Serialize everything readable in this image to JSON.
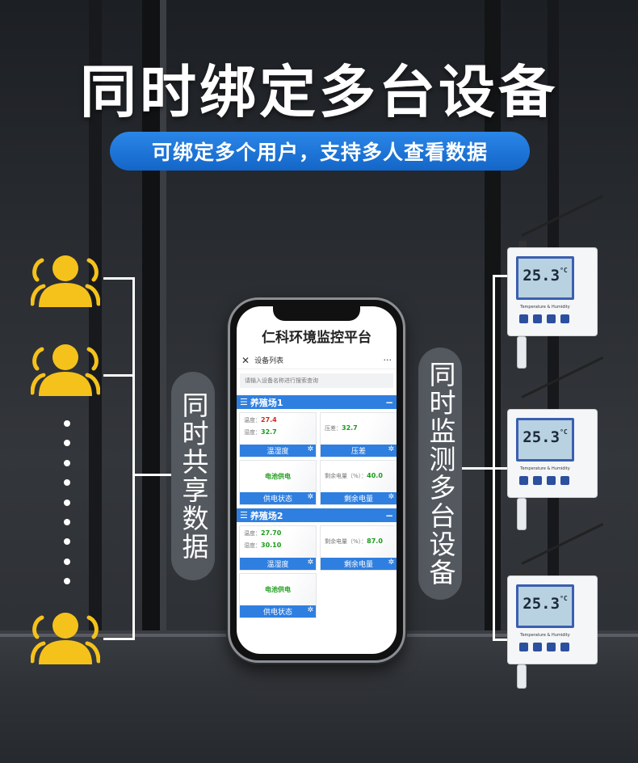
{
  "headline": "同时绑定多台设备",
  "subtitle": "可绑定多个用户，支持多人查看数据",
  "left_pill": "同时共享数据",
  "right_pill": "同时监测多台设备",
  "phone": {
    "app_title": "仁科环境监控平台",
    "nav_close": "✕",
    "nav_title": "设备列表",
    "nav_more": "···",
    "search_placeholder": "请输入设备名称进行搜索查询",
    "groups": [
      {
        "name": "养殖场1",
        "collapse": "−",
        "cards": [
          {
            "line1_label": "温度：",
            "line1_value": "27.4",
            "line2_label": "湿度：",
            "line2_value": "32.7",
            "footer": "温湿度"
          },
          {
            "line1_label": "压差：",
            "line1_value": "32.7",
            "footer": "压差"
          },
          {
            "status": "电池供电",
            "footer": "供电状态"
          },
          {
            "line1_label": "剩余电量（%）：",
            "line1_value": "40.0",
            "footer": "剩余电量"
          }
        ]
      },
      {
        "name": "养殖场2",
        "collapse": "−",
        "cards": [
          {
            "line1_label": "温度：",
            "line1_value": "27.70",
            "line2_label": "湿度：",
            "line2_value": "30.10",
            "footer": "温湿度"
          },
          {
            "line1_label": "剩余电量（%）：",
            "line1_value": "87.0",
            "footer": "剩余电量"
          },
          {
            "status": "电池供电",
            "footer": "供电状态"
          }
        ]
      }
    ]
  },
  "sensors": [
    {
      "reading": "25.3",
      "unit": "°C",
      "label": "Temperature & Humidity"
    },
    {
      "reading": "25.3",
      "unit": "°C",
      "label": "Temperature & Humidity"
    },
    {
      "reading": "25.3",
      "unit": "°C",
      "label": "Temperature & Humidity"
    }
  ],
  "icons": {
    "user": "user-group-icon",
    "gear": "gear-icon"
  },
  "colors": {
    "accent_blue": "#2f7fe0",
    "user_yellow": "#f5c21b",
    "value_red": "#d0261f",
    "value_green": "#1b9a1b"
  }
}
